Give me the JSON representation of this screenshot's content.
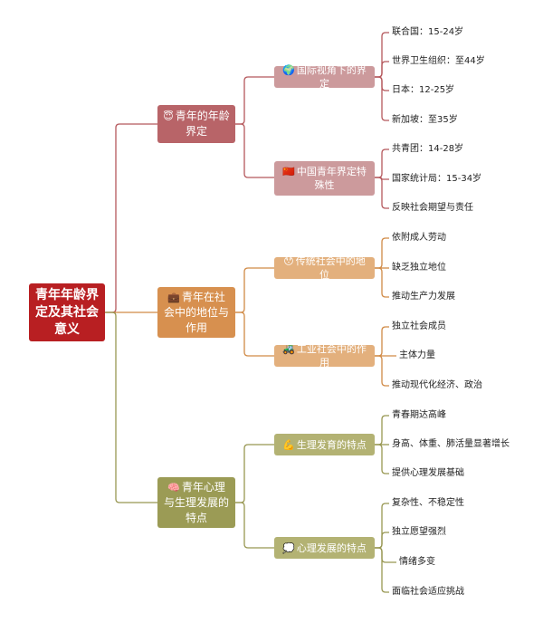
{
  "root": "青年年龄界定及其社会意义",
  "colors": {
    "root": "#b81f22",
    "branch1": "#b86468",
    "branch1_sub": "#cc9a9c",
    "branch1_line": "#b5585c",
    "branch2": "#d7904f",
    "branch2_sub": "#e3b07d",
    "branch2_line": "#d08a46",
    "branch3": "#9b9b55",
    "branch3_sub": "#b3b273",
    "branch3_line": "#989752"
  },
  "branches": [
    {
      "label": "青年的年龄界定",
      "icon": "😇",
      "children": [
        {
          "label": "国际视角下的界定",
          "icon": "🌍",
          "leaves": [
            "联合国：15-24岁",
            "世界卫生组织：至44岁",
            "日本：12-25岁",
            "新加坡：至35岁"
          ]
        },
        {
          "label": "中国青年界定特殊性",
          "icon": "🇨🇳",
          "leaves": [
            "共青团：14-28岁",
            "国家统计局：15-34岁",
            "反映社会期望与责任"
          ]
        }
      ]
    },
    {
      "label": "青年在社会中的地位与作用",
      "icon": "💼",
      "children": [
        {
          "label": "传统社会中的地位",
          "icon": "😯",
          "leaves": [
            "依附成人劳动",
            "缺乏独立地位",
            "推动生产力发展"
          ]
        },
        {
          "label": "工业社会中的作用",
          "icon": "🚜",
          "leaves": [
            "独立社会成员",
            "主体力量",
            "推动现代化经济、政治"
          ]
        }
      ]
    },
    {
      "label": "青年心理与生理发展的特点",
      "icon": "🧠",
      "children": [
        {
          "label": "生理发育的特点",
          "icon": "💪",
          "leaves": [
            "青春期达高峰",
            "身高、体重、肺活量显著增长",
            "提供心理发展基础"
          ]
        },
        {
          "label": "心理发展的特点",
          "icon": "💭",
          "leaves": [
            "复杂性、不稳定性",
            "独立愿望强烈",
            "情绪多变",
            "面临社会适应挑战"
          ]
        }
      ]
    }
  ]
}
